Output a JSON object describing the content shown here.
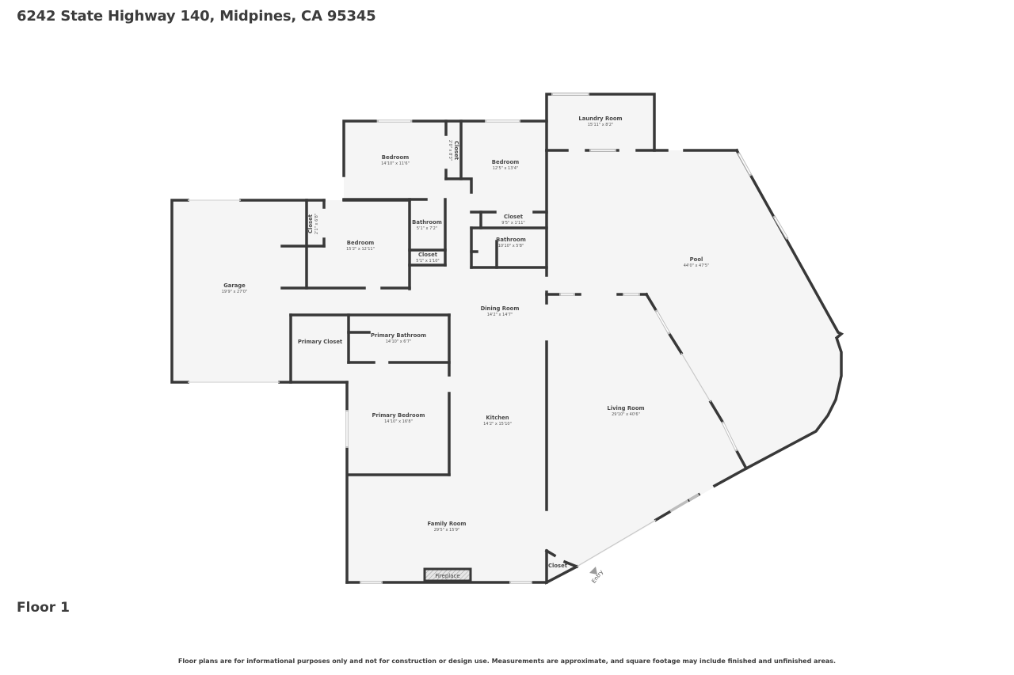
{
  "header": {
    "address": "6242 State Highway 140, Midpines, CA 95345"
  },
  "floor": {
    "label": "Floor 1"
  },
  "footer": {
    "disclaimer": "Floor plans are for informational purposes only and not for construction or design use. Measurements are approximate, and square footage may include finished and unfinished areas."
  },
  "rooms": {
    "laundry": {
      "name": "Laundry Room",
      "dims": "15'11\" x 8'2\""
    },
    "bedroom_nw": {
      "name": "Bedroom",
      "dims": "14'10\" x 11'6\""
    },
    "closet_nw": {
      "name": "Closet",
      "dims": "2'0\" x 8'3\""
    },
    "bedroom_n": {
      "name": "Bedroom",
      "dims": "12'5\" x 13'4\""
    },
    "closet_n": {
      "name": "Closet",
      "dims": "9'5\" x 1'11\""
    },
    "bathroom_n": {
      "name": "Bathroom",
      "dims": "10'10\" x 5'8\""
    },
    "bathroom_w": {
      "name": "Bathroom",
      "dims": "5'1\" x 7'2\""
    },
    "closet_w": {
      "name": "Closet",
      "dims": "5'1\" x 1'10\""
    },
    "bedroom_w": {
      "name": "Bedroom",
      "dims": "15'2\" x 12'11\""
    },
    "closet_garage": {
      "name": "Closet",
      "dims": "2'1\" x 6'8\""
    },
    "garage": {
      "name": "Garage",
      "dims": "19'9\" x 27'0\""
    },
    "pool": {
      "name": "Pool",
      "dims": "44'0\" x 47'5\""
    },
    "dining": {
      "name": "Dining Room",
      "dims": "14'2\" x 14'7\""
    },
    "primary_closet": {
      "name": "Primary Closet",
      "dims": ""
    },
    "primary_bath": {
      "name": "Primary Bathroom",
      "dims": "14'10\" x 6'7\""
    },
    "primary_bed": {
      "name": "Primary Bedroom",
      "dims": "14'10\" x 16'8\""
    },
    "kitchen": {
      "name": "Kitchen",
      "dims": "14'2\" x 15'10\""
    },
    "living": {
      "name": "Living Room",
      "dims": "29'10\" x 40'6\""
    },
    "family": {
      "name": "Family Room",
      "dims": "29'5\" x 15'9\""
    },
    "fireplace": {
      "name": "Fireplace",
      "dims": ""
    },
    "closet_entry": {
      "name": "Closet",
      "dims": ""
    }
  },
  "entry": {
    "label": "Entry",
    "icon": "entry-arrow-icon"
  },
  "colors": {
    "wall": "#383838",
    "floor": "#f5f5f5",
    "window": "#bdbdbd",
    "text": "#3c3c3c"
  }
}
